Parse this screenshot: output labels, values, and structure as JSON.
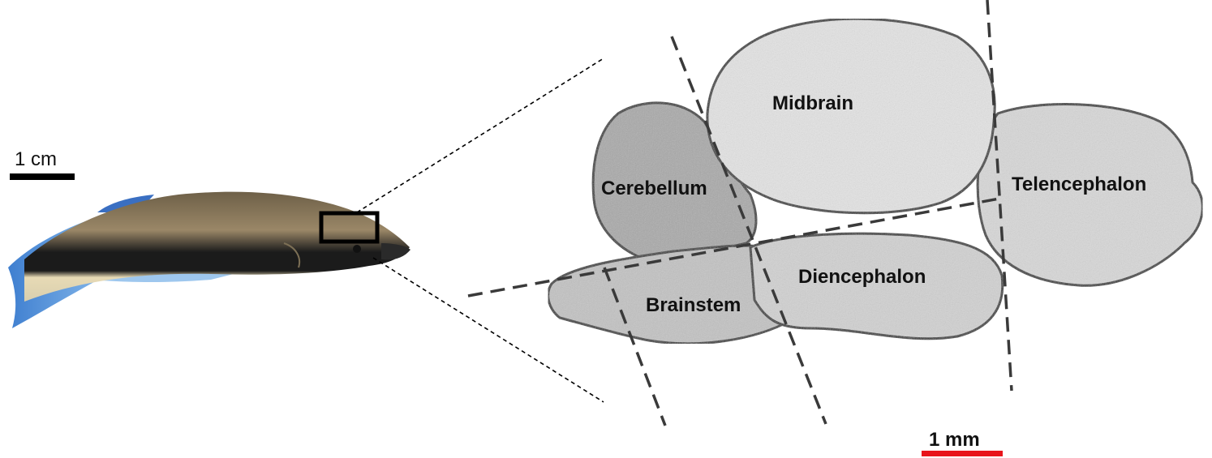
{
  "fish_scale": {
    "label": "1 cm",
    "color": "#000000"
  },
  "brain_scale": {
    "label": "1 mm",
    "color": "#e8141b"
  },
  "regions": {
    "midbrain": "Midbrain",
    "cerebellum": "Cerebellum",
    "telencephalon": "Telencephalon",
    "diencephalon": "Diencephalon",
    "brainstem": "Brainstem"
  },
  "colors": {
    "brain_fill": "#cfcfcf",
    "brain_light": "#ececec",
    "brain_dark": "#a9a9a9",
    "outline": "#333333",
    "fish_back": "#8c7a60",
    "fish_stripe": "#1a1a1a",
    "fish_belly": "#e9dcb8",
    "fish_tail": "#4f8fd6"
  },
  "icons": [
    "cleaner-fish-illustration",
    "brain-illustration"
  ]
}
